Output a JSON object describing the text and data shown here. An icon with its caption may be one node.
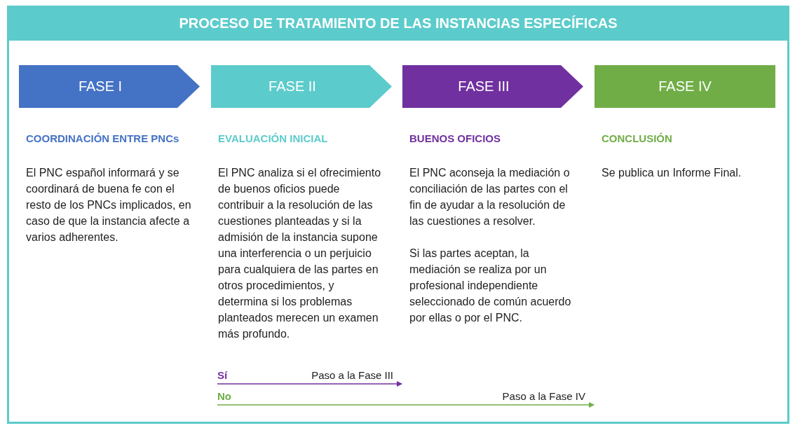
{
  "diagram": {
    "title": "PROCESO DE TRATAMIENTO DE LAS INSTANCIAS ESPECÍFICAS",
    "nodes": [
      {
        "text": [
          "FASE I"
        ],
        "beside": [
          "COORDINACIÓN ENTRE PNCs",
          "El PNC español informará y se coordinará de buena fe con el resto de los PNCs implicados, en caso de que la instancia afecte a varios adherentes."
        ]
      },
      {
        "text": [
          "FASE II"
        ],
        "beside": [
          "EVALUACIÓN INICIAL",
          "El PNC analiza si el ofrecimiento de buenos oficios puede contribuir a la resolución de las cuestiones planteadas y si la admisión de la instancia supone una interferencia o un perjuicio para cualquiera de las partes en otros procedimientos, y determina si los problemas planteados merecen un examen más profundo."
        ]
      },
      {
        "text": [
          "FASE III"
        ],
        "beside": [
          "BUENOS OFICIOS",
          "El PNC aconseja la mediación o conciliación de las partes con el fin de ayudar a la resolución de las cuestiones a resolver.",
          "Si las partes aceptan, la mediación se realiza por un profesional independiente seleccionado de común acuerdo por ellas o por el PNC."
        ]
      },
      {
        "text": [
          "FASE IV"
        ],
        "beside": [
          "CONCLUSIÓN",
          "Se publica un Informe Final."
        ]
      },
      {
        "text": [
          "Sí"
        ]
      },
      {
        "text": [
          "No"
        ]
      }
    ],
    "edges": [
      {
        "from": 4,
        "to": null,
        "arrow": "to",
        "label": "Paso a la Fase III",
        "color": "#7030a0"
      },
      {
        "from": 5,
        "to": null,
        "arrow": "to",
        "label": "Paso a la Fase IV",
        "color": "#70ad47"
      }
    ]
  }
}
